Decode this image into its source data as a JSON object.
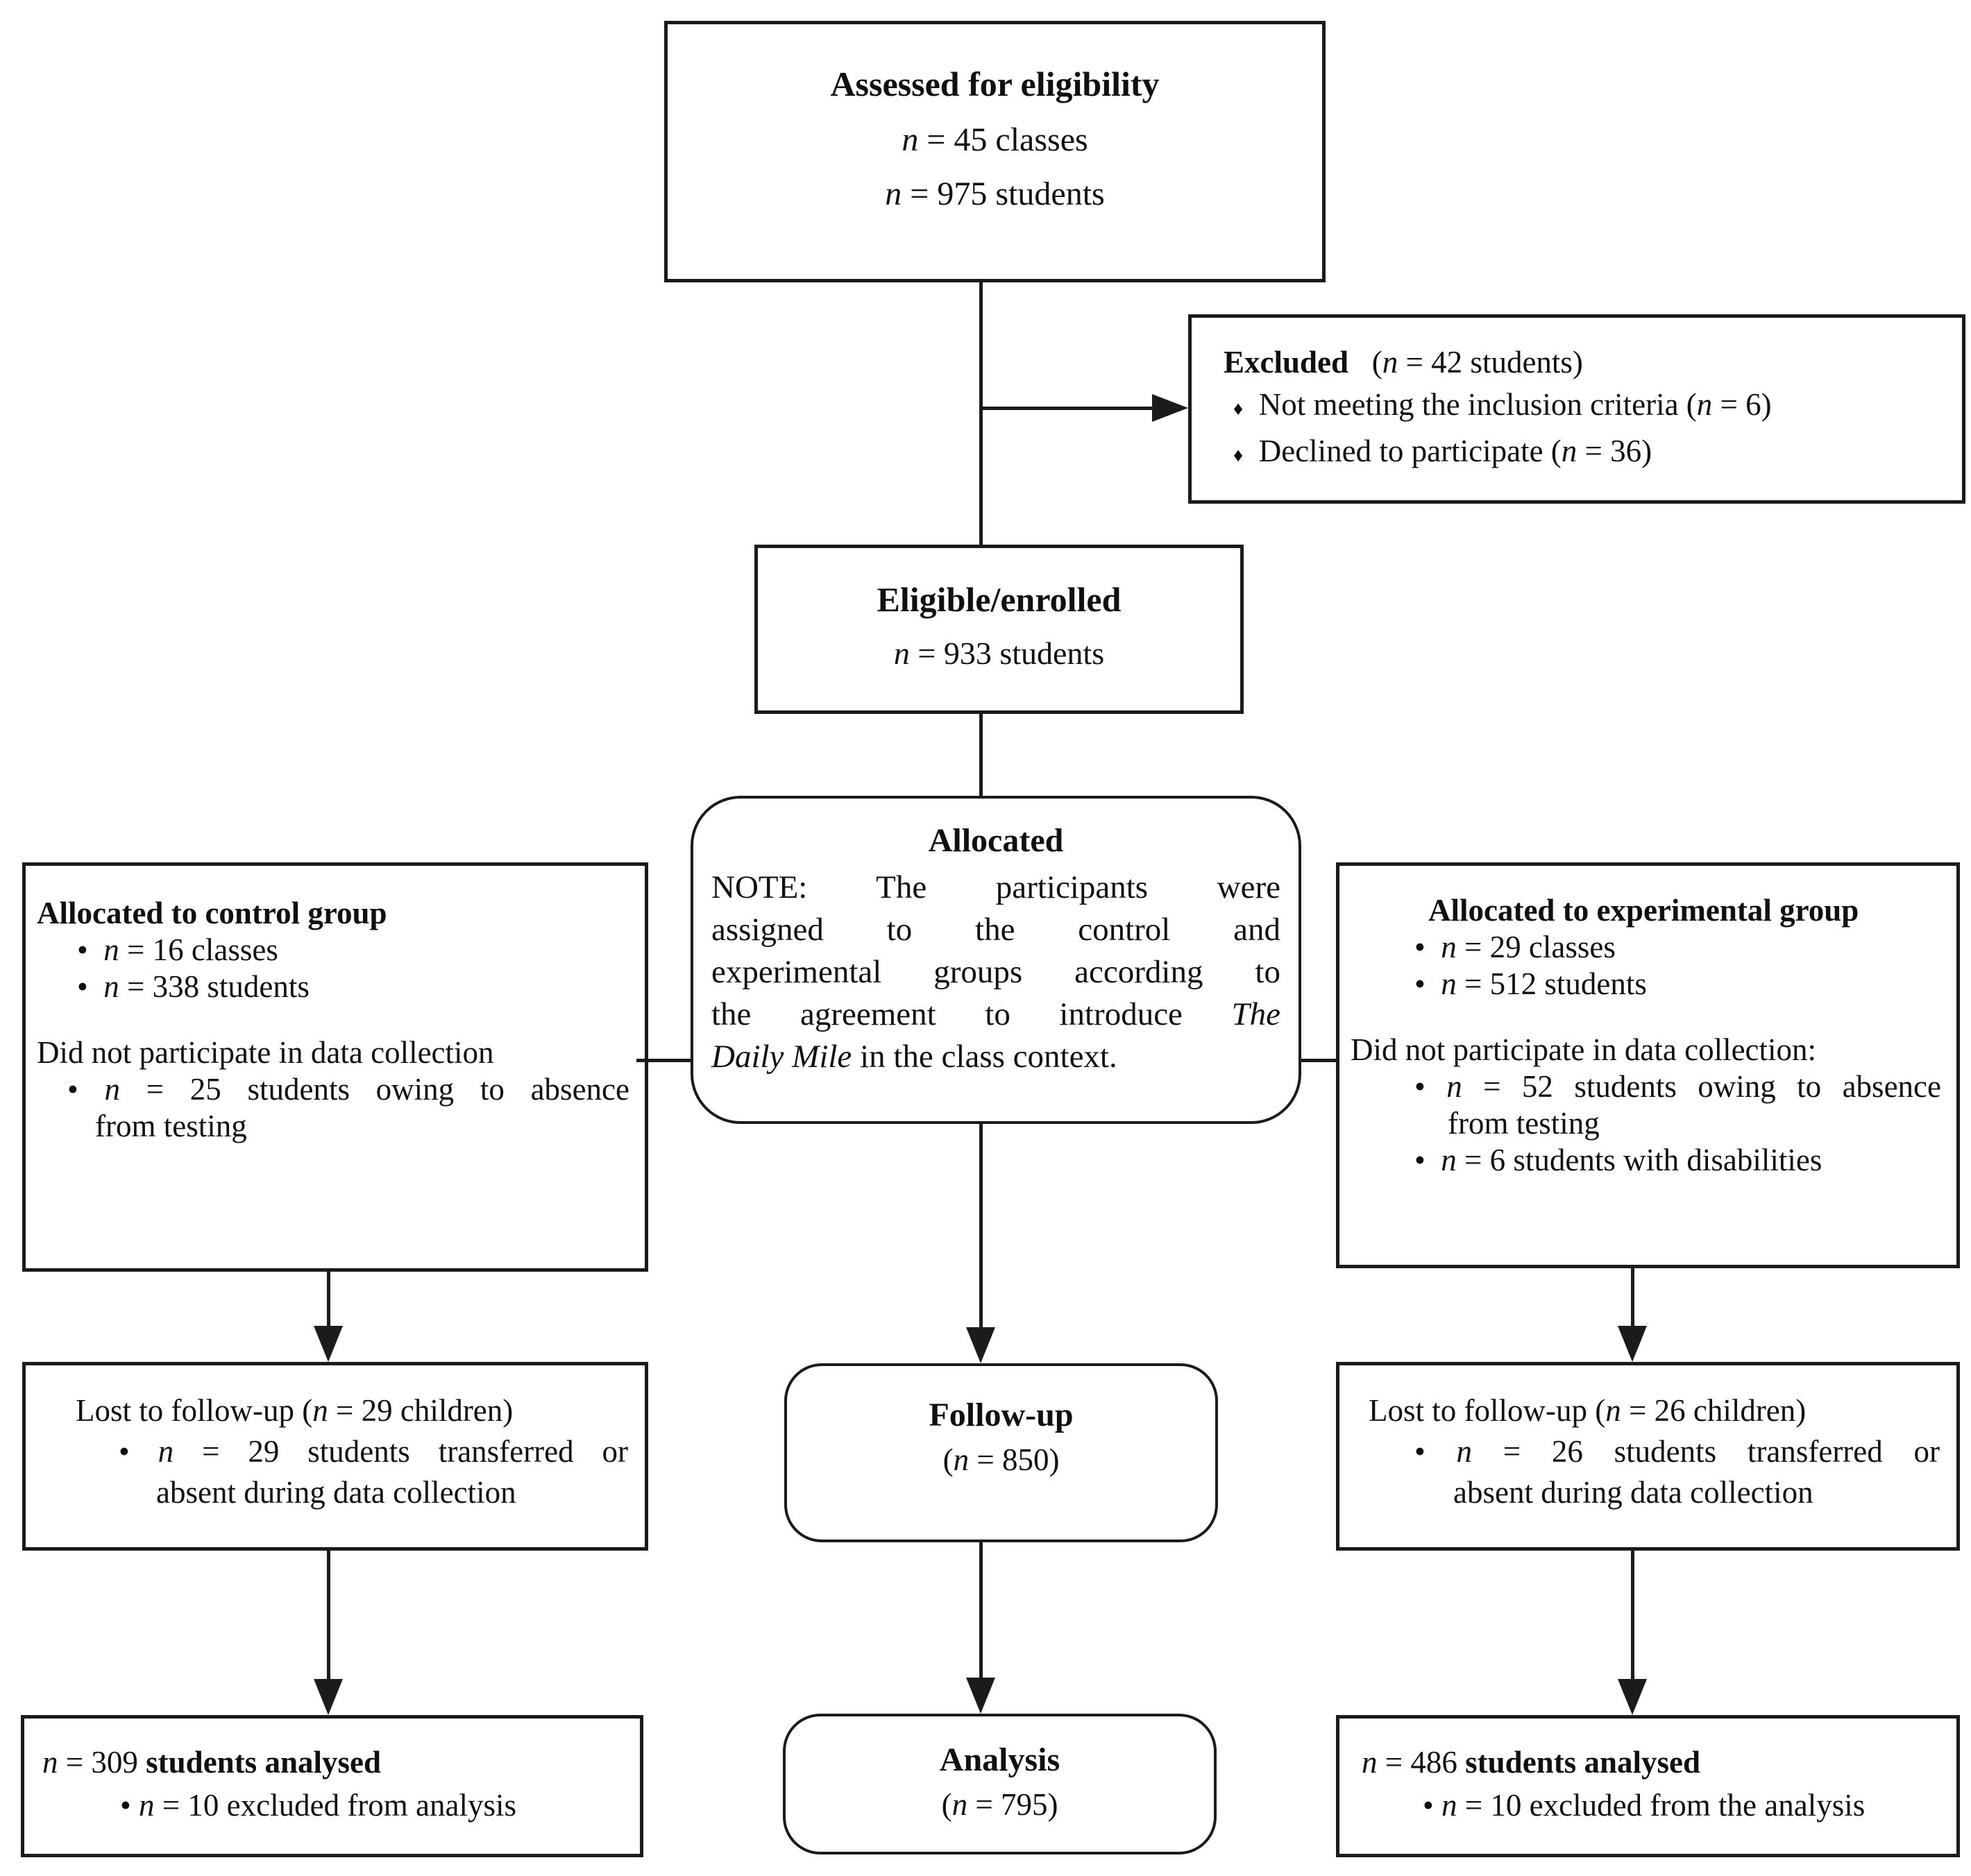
{
  "diagram": {
    "boxes": {
      "assessed": {
        "title": "Assessed for eligibility",
        "lines": [
          "<i>n</i> = 45 classes",
          "<i>n</i> = 975 students"
        ]
      },
      "excluded": {
        "title": "<b>Excluded</b>&nbsp;&nbsp; (<i>n</i> = 42 students)",
        "items": [
          "<small>♦</small>&nbsp; Not meeting the inclusion criteria (<i>n</i> = 6)",
          "<small>♦</small>&nbsp; Declined to participate (<i>n</i> = 36)"
        ]
      },
      "eligible": {
        "title": "Eligible/enrolled",
        "lines": [
          "<i>n</i> = 933 students"
        ]
      },
      "allocated": {
        "title": "Allocated",
        "note_lines": [
          "NOTE: The participants were",
          "assigned to the control and",
          "experimental groups according to",
          "the agreement to introduce <i>The</i>",
          "<i>Daily Mile</i> in the class context."
        ]
      },
      "control_allocated": {
        "heading": "Allocated to control group",
        "bullets": [
          "•&nbsp; <i>n</i> = 16 classes",
          "•&nbsp; <i>n</i> = 338 students"
        ],
        "subheading": "Did not participate in data collection",
        "bullet2_line1": "• <i>n</i> = 25 students owing to absence",
        "bullet2_line2": "from testing"
      },
      "experimental_allocated": {
        "heading": "Allocated to experimental group",
        "bullets": [
          "•&nbsp; <i>n</i> = 29 classes",
          "•&nbsp; <i>n</i> = 512 students"
        ],
        "subheading": "Did not participate in data collection:",
        "bullet2_line1": "• <i>n</i> = 52 students owing to absence",
        "bullet2_line2": "from testing",
        "bullet3": "•&nbsp; <i>n</i> = 6 students with disabilities"
      },
      "control_lost": {
        "heading": "Lost to follow-up (<i>n</i> = 29 children)",
        "bullet_line1": "• <i>n</i> = 29 students transferred or",
        "bullet_line2": "absent during data collection"
      },
      "followup": {
        "title": "Follow-up",
        "subtitle": "(<i>n</i> = 850)"
      },
      "experimental_lost": {
        "heading": "Lost to follow-up (<i>n</i> = 26 children)",
        "bullet_line1": "• <i>n</i> = 26 students transferred or",
        "bullet_line2": "absent during data collection"
      },
      "control_analysed": {
        "line1": "<i>n</i> = 309 <b>students analysed</b>",
        "bullet": "• <i>n</i> = 10 excluded from analysis"
      },
      "analysis": {
        "title": "Analysis",
        "subtitle": "(<i>n</i> = 795)"
      },
      "experimental_analysed": {
        "line1": "<i>n</i> = 486 <b>students analysed</b>",
        "bullet": "• <i>n</i> = 10 excluded from the analysis"
      }
    },
    "colors": {
      "line": "#1b1b1b",
      "background": "#ffffff",
      "text": "#101010"
    }
  }
}
